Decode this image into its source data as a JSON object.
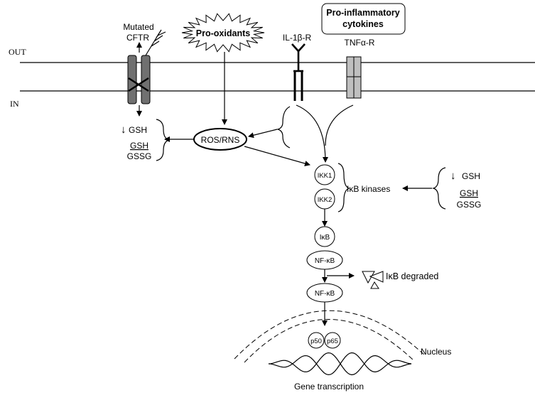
{
  "membrane": {
    "out_label": "OUT",
    "in_label": "IN"
  },
  "receptors": {
    "cftr_line1": "Mutated",
    "cftr_line2": "CFTR",
    "il1_label": "IL-1β-R",
    "tnf_label": "TNFα-R"
  },
  "stimuli": {
    "pro_oxidants": "Pro-oxidants",
    "cytokines_line1": "Pro-inflammatory",
    "cytokines_line2": "cytokines"
  },
  "redox_left": {
    "gsh_arrow": "↓",
    "gsh_down": "GSH",
    "ratio_top": "GSH",
    "ratio_bottom": "GSSG"
  },
  "redox_right": {
    "gsh_arrow": "↓",
    "gsh_down": "GSH",
    "ratio_top": "GSH",
    "ratio_bottom": "GSSG"
  },
  "ros": "ROS/RNS",
  "kinases": {
    "ikk1": "IKK1",
    "ikk2": "IKK2",
    "group_label": "IκB kinases"
  },
  "pathway": {
    "ikb": "IκB",
    "nfkb_bound": "NF-κB",
    "nfkb_free": "NF-κB",
    "degraded": "IκB degraded"
  },
  "nucleus": {
    "label": "Nucleus",
    "p50": "p50",
    "p65": "p65",
    "transcription": "Gene transcription"
  }
}
